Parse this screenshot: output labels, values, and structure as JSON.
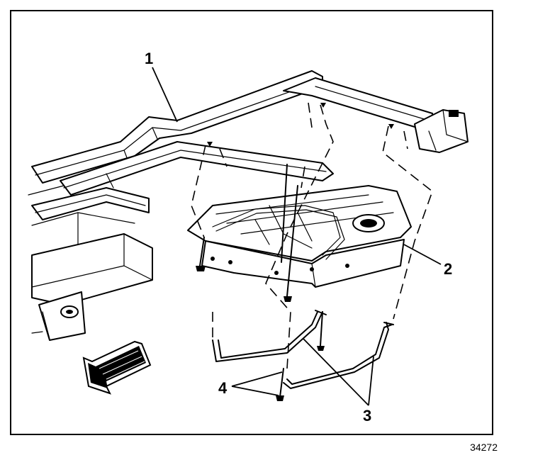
{
  "callouts": {
    "c1": "1",
    "c2": "2",
    "c3": "3",
    "c4": "4"
  },
  "figure_id": "34272"
}
